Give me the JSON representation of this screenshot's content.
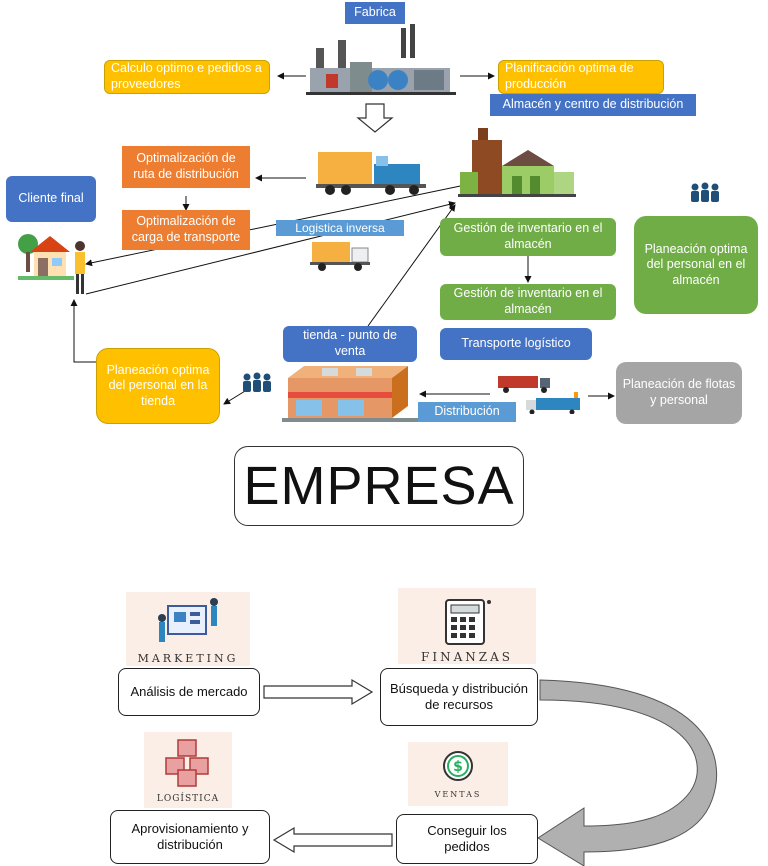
{
  "top": {
    "fabrica": "Fabrica",
    "calculo": "Calculo optimo e pedidos a proveedores",
    "planificacion": "Planificación optima de producción",
    "almacen_cd": "Almacén y centro de distribución",
    "ruta": "Optimalización de ruta de distribución",
    "carga": "Optimalización de carga de transporte",
    "cliente": "Cliente final",
    "logistica_inversa": "Logistica inversa",
    "gestion1": "Gestión de inventario en el almacén",
    "gestion2": "Gestión de inventario en el almacén",
    "planeacion_almacen": "Planeación optima del personal en el almacén",
    "tienda": "tienda -  punto de venta",
    "transporte": "Transporte logístico",
    "planeacion_tienda": "Planeación optima del personal en la tienda",
    "distribucion": "Distribución",
    "flotas": "Planeación de flotas y personal"
  },
  "empresa": "EMPRESA",
  "bottom": {
    "marketing_tag": "MARKETING",
    "finanzas_tag": "FINANZAS",
    "logistica_tag": "LOGÍSTICA",
    "ventas_tag": "VENTAS",
    "analisis": "Análisis de mercado",
    "busqueda": "Búsqueda y distribución de recursos",
    "aprovisionamiento": "Aprovisionamiento y distribución",
    "conseguir": "Conseguir los pedidos"
  },
  "colors": {
    "blue": "#4472c4",
    "orange": "#ed7d31",
    "yellow": "#ffc000",
    "green": "#70ad47",
    "gray": "#a5a5a5"
  }
}
